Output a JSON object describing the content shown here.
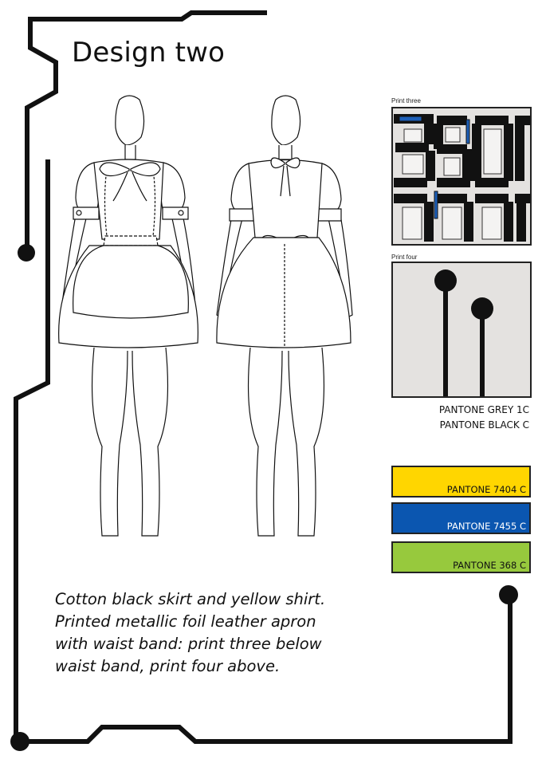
{
  "page": {
    "title": "Design two"
  },
  "prints": {
    "print_three": {
      "label": "Print three"
    },
    "print_four": {
      "label": "Print four"
    }
  },
  "pantone_notes": [
    "PANTONE GREY 1C",
    "PANTONE BLACK C"
  ],
  "swatches": [
    {
      "label": "PANTONE 7404 C",
      "color": "#ffd600"
    },
    {
      "label": "PANTONE 7455 C",
      "color": "#0b56b0"
    },
    {
      "label": "PANTONE 368 C",
      "color": "#97c93d"
    }
  ],
  "caption": [
    "Cotton black skirt and yellow shirt.",
    "Printed metallic foil leather apron",
    "with waist band: print three below",
    "waist band, print four above."
  ],
  "colors": {
    "frame": "#111111",
    "print_background": "#e4e2e0",
    "print_accent": "#1d5fb8"
  },
  "icons": [
    "circuit-frame",
    "front-figure-sketch",
    "back-figure-sketch",
    "pin-icon"
  ]
}
